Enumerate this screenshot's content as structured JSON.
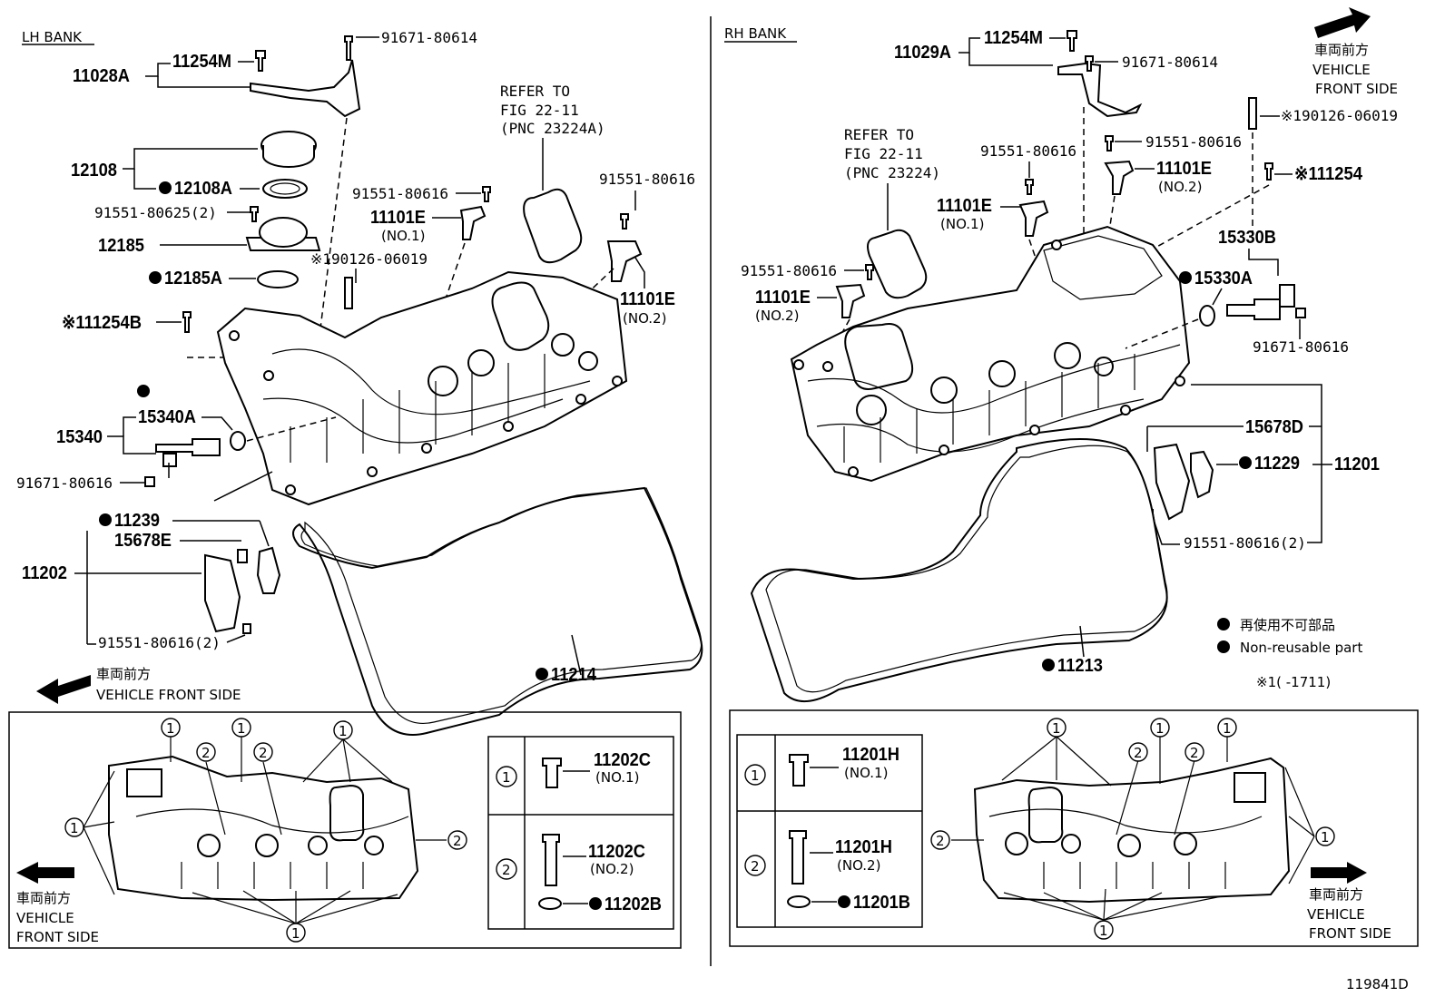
{
  "lh": {
    "bank": "LH BANK",
    "p11028A": "11028A",
    "p11254M": "11254M",
    "p91671_top": "91671-80614",
    "p12108": "12108",
    "p12108A": "12108A",
    "p91551_625": "91551-80625(2)",
    "p12185": "12185",
    "p12185A": "12185A",
    "p11254B": "※111254B",
    "refer1": "REFER TO",
    "refer2": "FIG 22-11",
    "refer3": "(PNC 23224A)",
    "p91551_a": "91551-80616",
    "p11101E_1": "11101E",
    "no1": "(NO.1)",
    "p190126": "※190126-06019",
    "p91551_b": "91551-80616",
    "p11101E_2": "11101E",
    "no2": "(NO.2)",
    "p15340A": "15340A",
    "p15340": "15340",
    "p91671_b": "91671-80616",
    "p11239": "11239",
    "p15678E": "15678E",
    "p11202": "11202",
    "p91551_2": "91551-80616(2)",
    "p11214": "11214",
    "front_jp": "車両前方",
    "front_en": "VEHICLE FRONT SIDE"
  },
  "rh": {
    "bank": "RH BANK",
    "p11029A": "11029A",
    "p11254M": "11254M",
    "p91671_top": "91671-80614",
    "front_jp": "車両前方",
    "front_en1": "VEHICLE",
    "front_en2": "FRONT SIDE",
    "p190126": "※190126-06019",
    "p91551_a": "91551-80616",
    "p11101E_2": "11101E",
    "no2a": "(NO.2)",
    "p11254": "※111254",
    "refer1": "REFER TO",
    "refer2": "FIG 22-11",
    "refer3": "(PNC 23224)",
    "p91551_b": "91551-80616",
    "p11101E_1": "11101E",
    "no1": "(NO.1)",
    "p15330B": "15330B",
    "p15330A": "15330A",
    "p91551_c": "91551-80616",
    "p11101E_3": "11101E",
    "no2b": "(NO.2)",
    "p91671_b": "91671-80616",
    "p15678D": "15678D",
    "p11229": "11229",
    "p11201": "11201",
    "p91551_2": "91551-80616(2)",
    "p11213": "11213",
    "legend_jp": "再使用不可部品",
    "legend_en": "Non-reusable part",
    "note": "※1(      -1711)"
  },
  "lh_box": {
    "p11202C_1": "11202C",
    "no1": "(NO.1)",
    "p11202C_2": "11202C",
    "no2": "(NO.2)",
    "p11202B": "11202B",
    "front_jp": "車両前方",
    "front_en1": "VEHICLE",
    "front_en2": "FRONT SIDE",
    "c1": "1",
    "c2": "2"
  },
  "rh_box": {
    "p11201H_1": "11201H",
    "no1": "(NO.1)",
    "p11201H_2": "11201H",
    "no2": "(NO.2)",
    "p11201B": "11201B",
    "front_jp": "車両前方",
    "front_en1": "VEHICLE",
    "front_en2": "FRONT SIDE",
    "c1": "1",
    "c2": "2"
  },
  "fig_id": "119841D"
}
